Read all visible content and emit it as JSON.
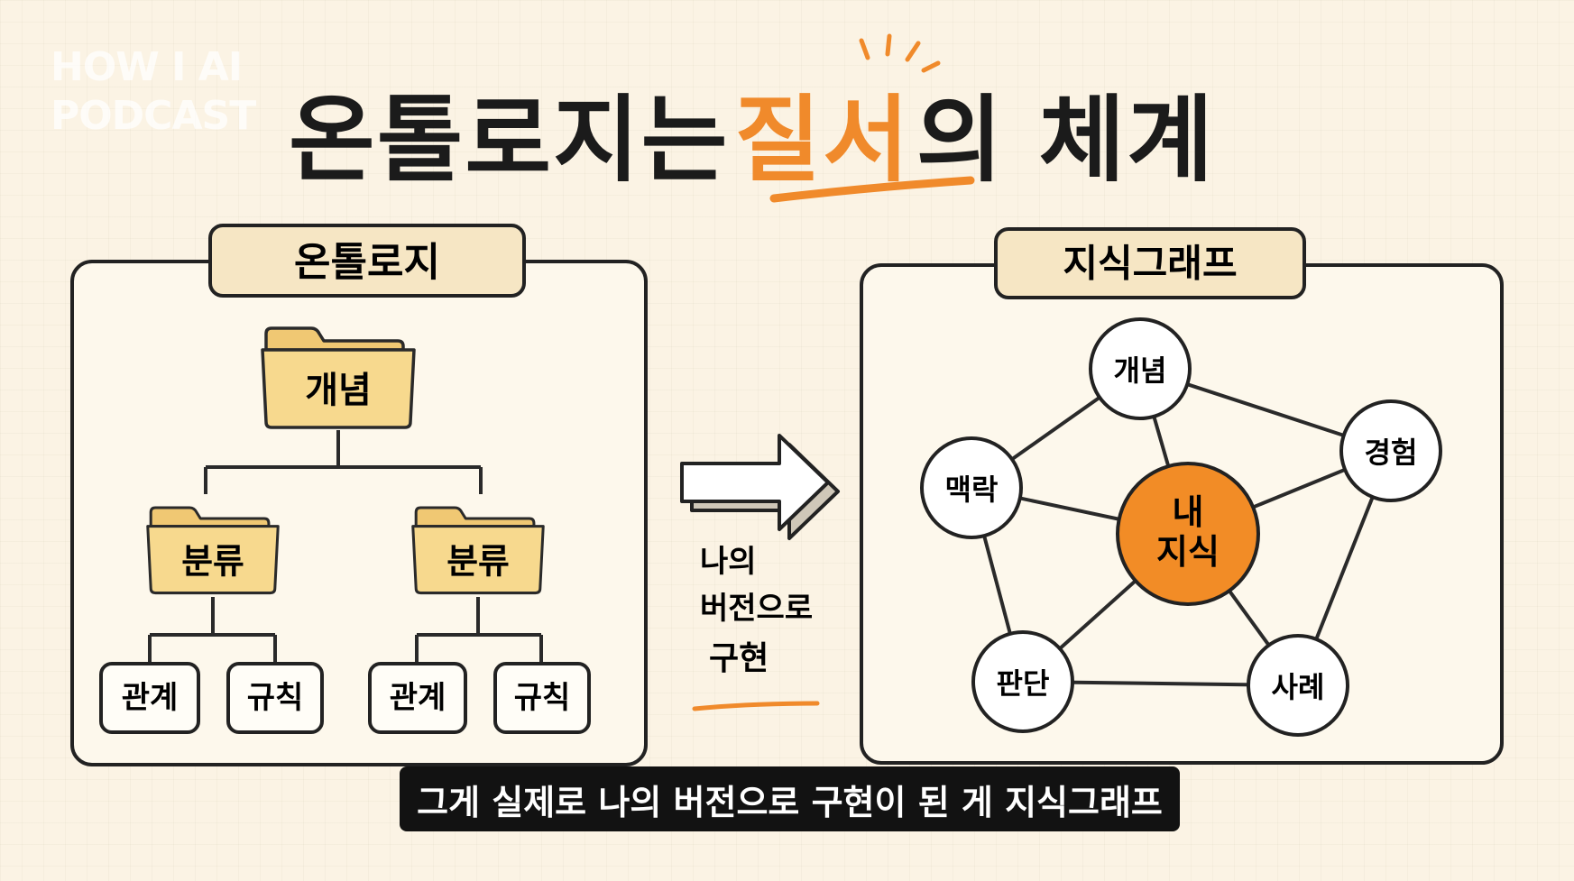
{
  "watermark": {
    "line1": "HOW I AI",
    "line2": "PODCAST"
  },
  "title": {
    "before": "온톨로지는 ",
    "accent": "질서",
    "after": "의 체계"
  },
  "ontology": {
    "header": "온톨로지",
    "root": "개념",
    "branches": [
      "분류",
      "분류"
    ],
    "leaves": [
      "관계",
      "규칙",
      "관계",
      "규칙"
    ]
  },
  "transition": {
    "lines": [
      "나의",
      "버전으로",
      "구현"
    ]
  },
  "knowledge_graph": {
    "header": "지식그래프",
    "center": [
      "내",
      "지식"
    ],
    "nodes": [
      "개념",
      "경험",
      "맥락",
      "판단",
      "사례"
    ]
  },
  "caption": "그게 실제로 나의 버전으로 구현이 된 게 지식그래프",
  "colors": {
    "accent": "#f08a2b",
    "folder": "#f7d98e",
    "background": "#fbf3e4",
    "caption_bg": "#121212"
  }
}
